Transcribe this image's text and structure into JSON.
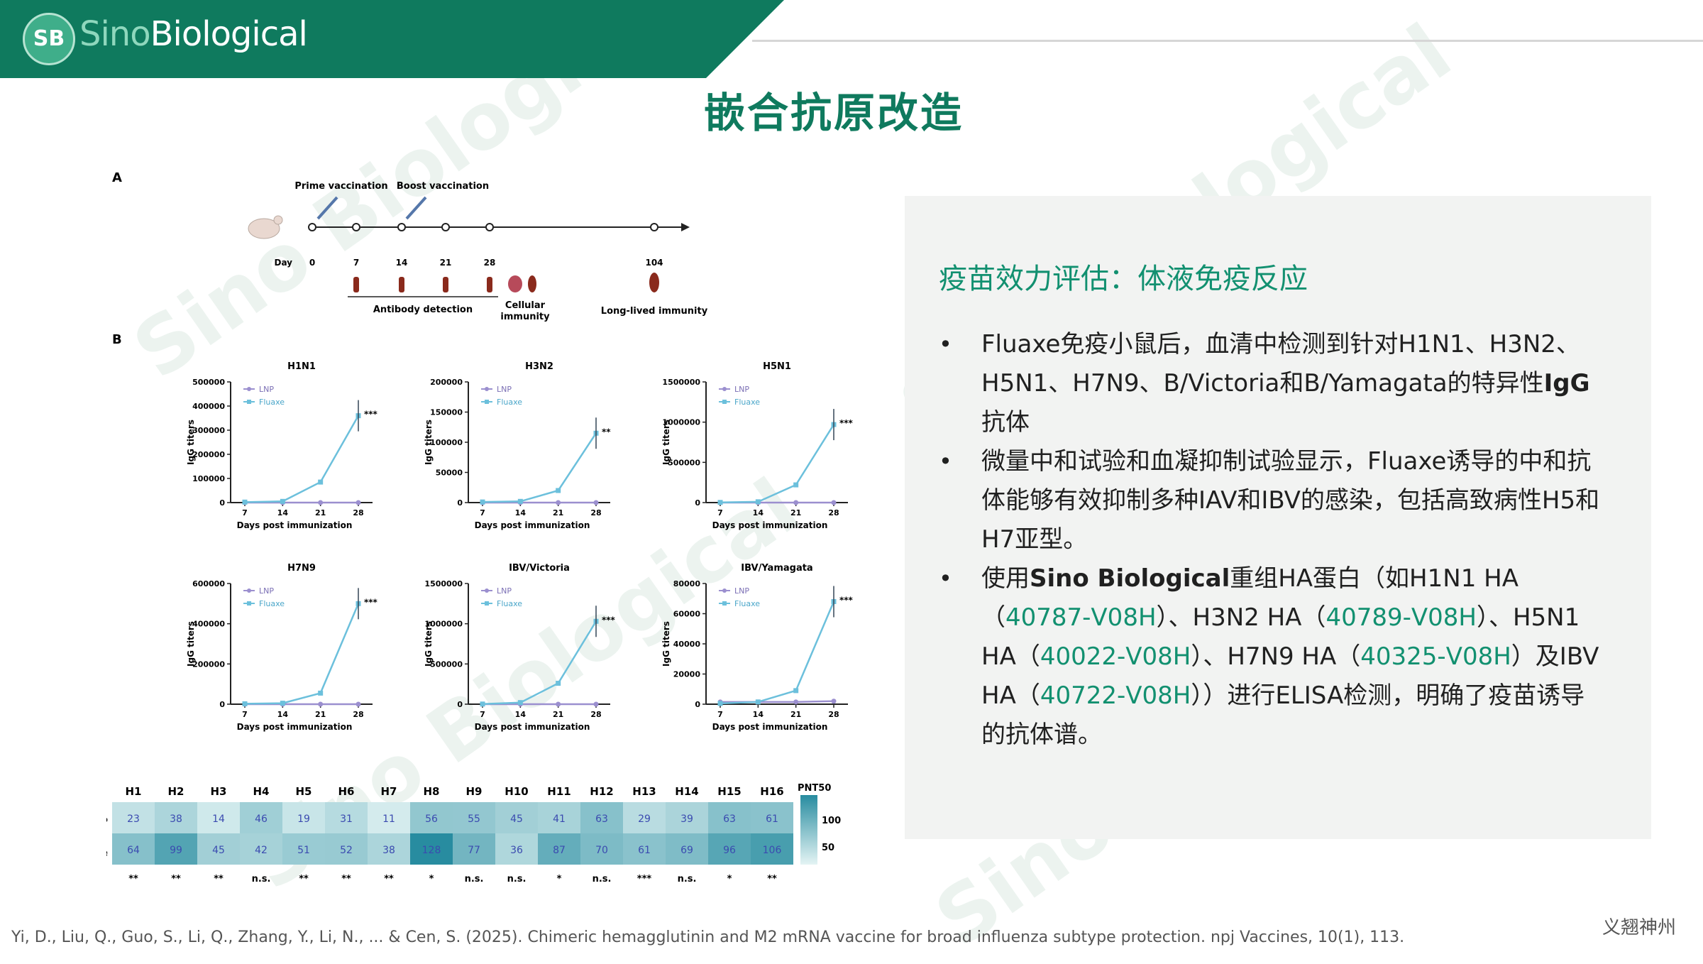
{
  "header": {
    "logo_mark": "SB",
    "logo_text_sino": "Sino",
    "logo_text_rest": "Biological",
    "brand_color": "#0f7a5e"
  },
  "page_title": "嵌合抗原改造",
  "panel": {
    "heading": "疫苗效力评估：体液免疫反应",
    "bullet1": {
      "text": "Fluaxe免疫小鼠后，血清中检测到针对H1N1、H3N2、H5N1、H7N9、B/Victoria和B/Yamagata的特异性",
      "bold": "IgG",
      "tail": "抗体"
    },
    "bullet2": {
      "text": "微量中和试验和血凝抑制试验显示，Fluaxe诱导的中和抗体能够有效抑制多种IAV和IBV的感染，包括高致病性H5和H7亚型。"
    },
    "bullet3": {
      "pre": "使用",
      "bold": "Sino Biological",
      "t1": "重组HA蛋白（如H1N1 HA（",
      "c1": "40787-V08H",
      "t2": "）、H3N2 HA（",
      "c2": "40789-V08H",
      "t3": "）、H5N1 HA（",
      "c3": "40022-V08H",
      "t4": "）、H7N9 HA（",
      "c4": "40325-V08H",
      "t5": "）及IBV HA（",
      "c5": "40722-V08H",
      "t6": "））进行ELISA检测，明确了疫苗诱导的抗体谱。"
    }
  },
  "citation": "Yi, D., Liu, Q., Guo, S., Li, Q., Zhang, Y., Li, N., ... & Cen, S. (2025). Chimeric hemagglutinin and M2 mRNA vaccine for broad influenza subtype protection. npj Vaccines, 10(1), 113.",
  "footer_brand": "义翘神州",
  "watermark": "Sino Biological",
  "figure": {
    "panel_a_label": "A",
    "panel_b_label": "B",
    "prime": "Prime vaccination",
    "boost": "Boost vaccination",
    "day_label": "Day",
    "days": [
      "0",
      "7",
      "14",
      "21",
      "28",
      "104"
    ],
    "antibody_detection": "Antibody detection",
    "cellular_immunity_1": "Cellular",
    "cellular_immunity_2": "immunity",
    "long_lived": "Long-lived immunity",
    "ylabel": "IgG titers",
    "xlabel": "Days post immunization",
    "legend_lnp": "LNP",
    "legend_fluaxe": "Fluaxe",
    "x_ticks": [
      "7",
      "14",
      "21",
      "28"
    ],
    "significance_top": "***",
    "heatmap": {
      "columns": [
        "H1",
        "H2",
        "H3",
        "H4",
        "H5",
        "H6",
        "H7",
        "H8",
        "H9",
        "H10",
        "H11",
        "H12",
        "H13",
        "H14",
        "H15",
        "H16"
      ],
      "rows": [
        "LNP",
        "Fluaxe"
      ],
      "lnp": [
        23,
        38,
        14,
        46,
        19,
        31,
        11,
        56,
        55,
        45,
        41,
        63,
        29,
        39,
        63,
        61
      ],
      "fluaxe": [
        64,
        99,
        45,
        42,
        51,
        52,
        38,
        128,
        77,
        36,
        87,
        70,
        61,
        69,
        96,
        106
      ],
      "significance": [
        "**",
        "**",
        "**",
        "n.s.",
        "**",
        "**",
        "**",
        "*",
        "n.s.",
        "n.s.",
        "*",
        "n.s.",
        "***",
        "n.s.",
        "*",
        "**"
      ],
      "scale_title": "PNT50",
      "scale_ticks": [
        "100",
        "50"
      ]
    }
  },
  "chart_data": [
    {
      "type": "line",
      "title": "H1N1",
      "x": [
        7,
        14,
        21,
        28
      ],
      "ylim": [
        0,
        500000
      ],
      "yticks": [
        "0",
        "100000",
        "200000",
        "300000",
        "400000",
        "500000"
      ],
      "series": [
        {
          "name": "LNP",
          "values": [
            0,
            0,
            0,
            0
          ]
        },
        {
          "name": "Fluaxe",
          "values": [
            2000,
            5000,
            85000,
            360000
          ]
        }
      ],
      "significance": "***"
    },
    {
      "type": "line",
      "title": "H3N2",
      "x": [
        7,
        14,
        21,
        28
      ],
      "ylim": [
        0,
        200000
      ],
      "yticks": [
        "0",
        "50000",
        "100000",
        "150000",
        "200000"
      ],
      "series": [
        {
          "name": "LNP",
          "values": [
            0,
            0,
            0,
            0
          ]
        },
        {
          "name": "Fluaxe",
          "values": [
            1000,
            2000,
            20000,
            115000
          ]
        }
      ],
      "significance": "**"
    },
    {
      "type": "line",
      "title": "H5N1",
      "x": [
        7,
        14,
        21,
        28
      ],
      "ylim": [
        0,
        1500000
      ],
      "yticks": [
        "0",
        "500000",
        "1000000",
        "1500000"
      ],
      "series": [
        {
          "name": "LNP",
          "values": [
            0,
            0,
            0,
            0
          ]
        },
        {
          "name": "Fluaxe",
          "values": [
            2000,
            10000,
            220000,
            970000
          ]
        }
      ],
      "significance": "***"
    },
    {
      "type": "line",
      "title": "H7N9",
      "x": [
        7,
        14,
        21,
        28
      ],
      "ylim": [
        0,
        600000
      ],
      "yticks": [
        "0",
        "200000",
        "400000",
        "600000"
      ],
      "series": [
        {
          "name": "LNP",
          "values": [
            0,
            0,
            0,
            0
          ]
        },
        {
          "name": "Fluaxe",
          "values": [
            2000,
            5000,
            55000,
            500000
          ]
        }
      ],
      "significance": "***"
    },
    {
      "type": "line",
      "title": "IBV/Victoria",
      "x": [
        7,
        14,
        21,
        28
      ],
      "ylim": [
        0,
        1500000
      ],
      "yticks": [
        "0",
        "500000",
        "1000000",
        "1500000"
      ],
      "series": [
        {
          "name": "LNP",
          "values": [
            0,
            0,
            0,
            0
          ]
        },
        {
          "name": "Fluaxe",
          "values": [
            2000,
            20000,
            260000,
            1030000
          ]
        }
      ],
      "significance": "***"
    },
    {
      "type": "line",
      "title": "IBV/Yamagata",
      "x": [
        7,
        14,
        21,
        28
      ],
      "ylim": [
        0,
        80000
      ],
      "yticks": [
        "0",
        "20000",
        "40000",
        "60000",
        "80000"
      ],
      "series": [
        {
          "name": "LNP",
          "values": [
            1500,
            1500,
            1500,
            2000
          ]
        },
        {
          "name": "Fluaxe",
          "values": [
            500,
            1500,
            9000,
            68000
          ]
        }
      ],
      "significance": "***"
    }
  ]
}
